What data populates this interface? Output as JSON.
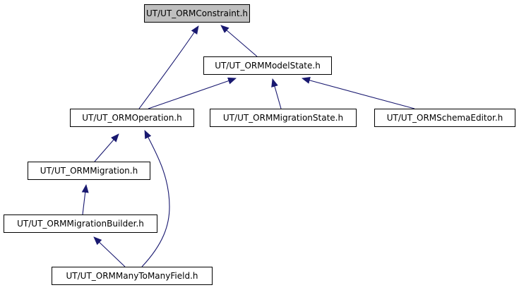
{
  "colors": {
    "edge": "#191970",
    "root_fill": "#bfbfbf",
    "node_fill": "#ffffff",
    "node_border": "#000000"
  },
  "nodes": {
    "constraint": "UT/UT_ORMConstraint.h",
    "modelstate": "UT/UT_ORMModelState.h",
    "operation": "UT/UT_ORMOperation.h",
    "migrationstate": "UT/UT_ORMMigrationState.h",
    "schemaeditor": "UT/UT_ORMSchemaEditor.h",
    "migration": "UT/UT_ORMMigration.h",
    "migrationbuilder": "UT/UT_ORMMigrationBuilder.h",
    "manytomany": "UT/UT_ORMManyToManyField.h"
  },
  "edges": [
    {
      "from": "modelstate",
      "to": "constraint"
    },
    {
      "from": "operation",
      "to": "constraint"
    },
    {
      "from": "operation",
      "to": "modelstate"
    },
    {
      "from": "migrationstate",
      "to": "modelstate"
    },
    {
      "from": "schemaeditor",
      "to": "modelstate"
    },
    {
      "from": "migration",
      "to": "operation"
    },
    {
      "from": "manytomany",
      "to": "operation"
    },
    {
      "from": "migrationbuilder",
      "to": "migration"
    },
    {
      "from": "manytomany",
      "to": "migrationbuilder"
    }
  ]
}
